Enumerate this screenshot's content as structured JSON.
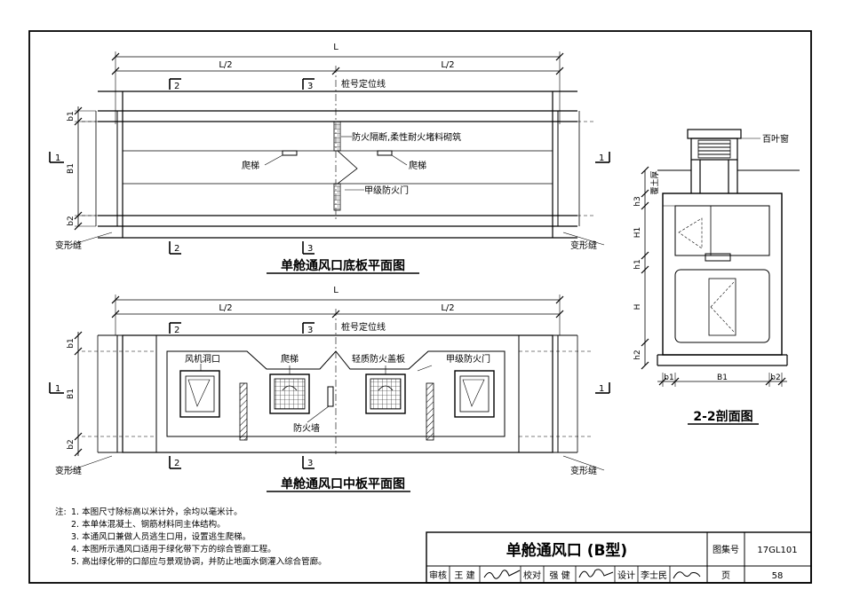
{
  "dims": {
    "L": "L",
    "L_half": "L/2",
    "b1": "b1",
    "b2": "b2",
    "B1": "B1",
    "H1": "H1",
    "h1": "h1",
    "H": "H",
    "h2": "h2",
    "h3": "h3"
  },
  "section_marks": {
    "s1": "1",
    "s2": "2",
    "s3": "3"
  },
  "plan_bottom": {
    "title": "单舱通风口底板平面图",
    "axis_line": "桩号定位线",
    "firewall_note": "防火隔断,柔性耐火堵料砌筑",
    "ladder_left": "爬梯",
    "ladder_right": "爬梯",
    "fire_door": "甲级防火门",
    "joint_left": "变形缝",
    "joint_right": "变形缝"
  },
  "plan_middle": {
    "title": "单舱通风口中板平面图",
    "axis_line": "桩号定位线",
    "fan_opening": "风机洞口",
    "ladder": "爬梯",
    "light_cover": "轻质防火盖板",
    "fire_door": "甲级防火门",
    "fire_wall": "防火墙",
    "joint_left": "变形缝",
    "joint_right": "变形缝"
  },
  "section": {
    "title": "2-2剖面图",
    "louver": "百叶窗",
    "soil": "覆土厚"
  },
  "notes": {
    "heading": "注:",
    "items": [
      "1. 本图尺寸除标高以米计外，余均以毫米计。",
      "2. 本单体混凝土、钢筋材料同主体结构。",
      "3. 本通风口兼做人员逃生口用，设置逃生爬梯。",
      "4. 本图所示通风口适用于绿化带下方的综合管廊工程。",
      "5. 高出绿化带的口部应与景观协调，并防止地面水倒灌入综合管廊。"
    ]
  },
  "title_block": {
    "drawing_title": "单舱通风口 (B型)",
    "atlas_label": "图集号",
    "atlas_no": "17GL101",
    "review_label": "审核",
    "reviewer": "王 建",
    "check_label": "校对",
    "checker": "强 健",
    "design_label": "设计",
    "designer": "李士民",
    "page_label": "页",
    "page_no": "58"
  }
}
